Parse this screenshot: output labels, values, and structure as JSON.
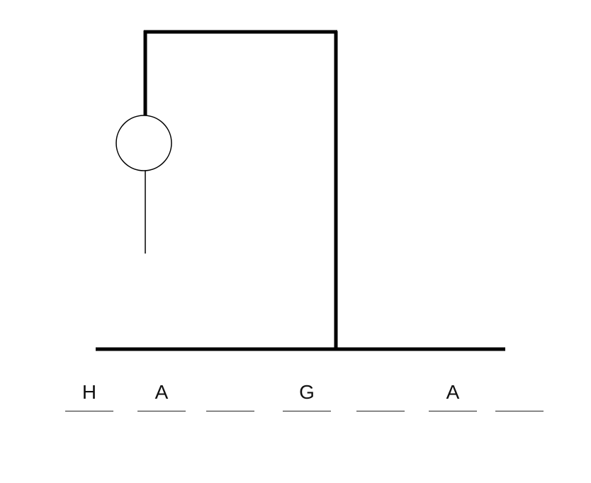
{
  "colors": {
    "background": "#ffffff",
    "stroke": "#000000"
  },
  "hangman": {
    "wrong_guess_parts_shown": [
      "head",
      "body"
    ]
  },
  "word": {
    "letters": [
      "H",
      "A",
      "",
      "G",
      "",
      "A",
      ""
    ]
  }
}
